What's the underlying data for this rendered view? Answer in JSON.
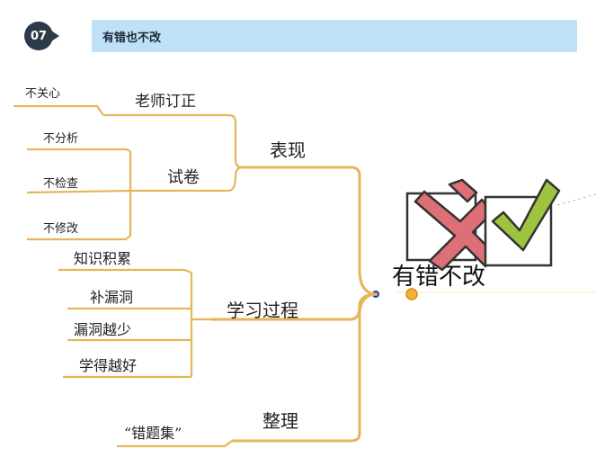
{
  "header": {
    "number": "07",
    "title": "有错也不改"
  },
  "central": {
    "label": "有错不改"
  },
  "branches": {
    "biaoxian": {
      "label": "表现",
      "laoshi": {
        "label": "老师订正",
        "child": "不关心"
      },
      "shijuan": {
        "label": "试卷",
        "children": [
          "不分析",
          "不检查",
          "不修改"
        ]
      }
    },
    "xuexi": {
      "label": "学习过程",
      "children": [
        "知识积累",
        "补漏洞",
        "漏洞越少",
        "学得越好"
      ]
    },
    "zhengli": {
      "label": "整理",
      "child": "“错题集”"
    }
  }
}
